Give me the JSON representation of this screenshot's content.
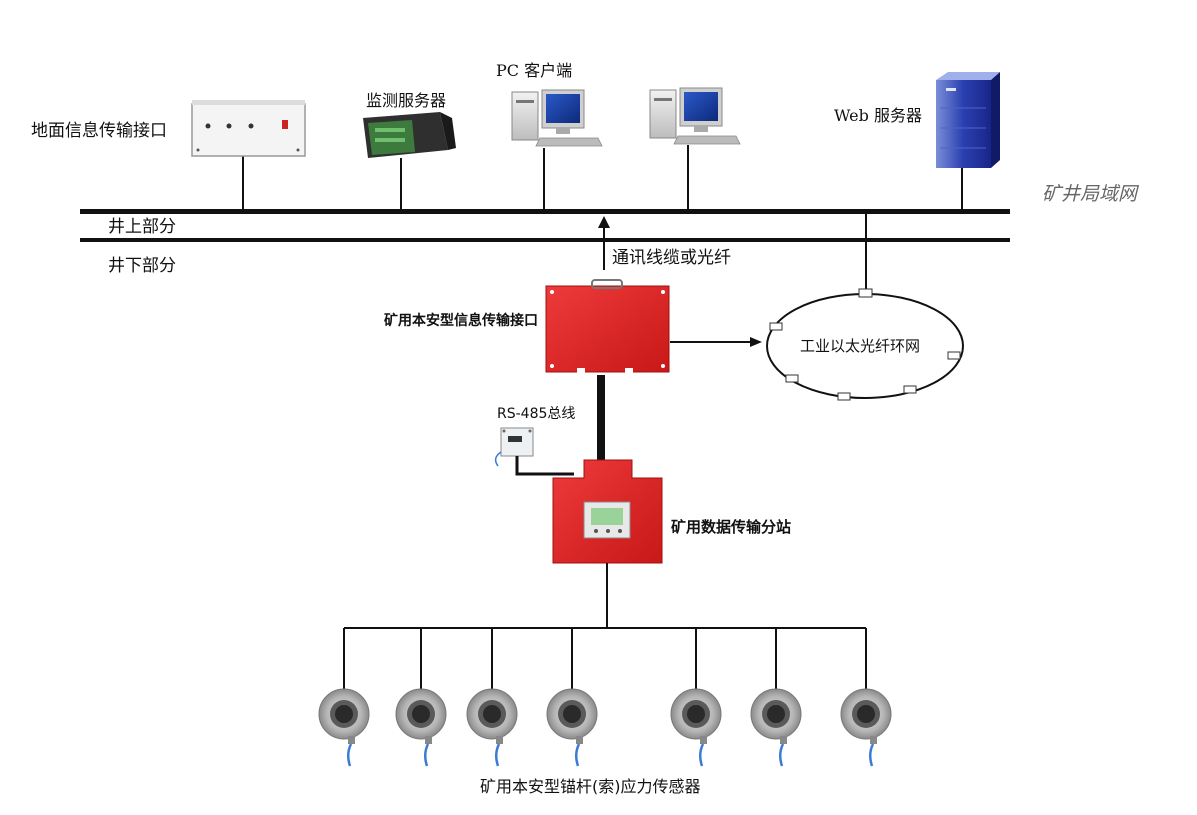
{
  "labels": {
    "ground_interface": "地面信息传输接口",
    "monitor_server": "监测服务器",
    "pc_client": "PC 客户端",
    "web_server": "Web 服务器",
    "mine_lan": "矿井局域网",
    "above_ground": "井上部分",
    "below_ground": "井下部分",
    "cable": "通讯线缆或光纤",
    "intrinsic_interface": "矿用本安型信息传输接口",
    "ethernet_ring": "工业以太光纤环网",
    "rs485": "RS-485总线",
    "substation": "矿用数据传输分站",
    "sensors": "矿用本安型锚杆(索)应力传感器"
  },
  "colors": {
    "line": "#111111",
    "red_device": "#e02020",
    "red_dark": "#a01010",
    "monitor_blue": "#1a3f9e",
    "server_blue": "#2a3fb0",
    "sensor_gray": "#9a9a9a",
    "cable_blue": "#3a7bd5",
    "lan_label": "#666666"
  }
}
